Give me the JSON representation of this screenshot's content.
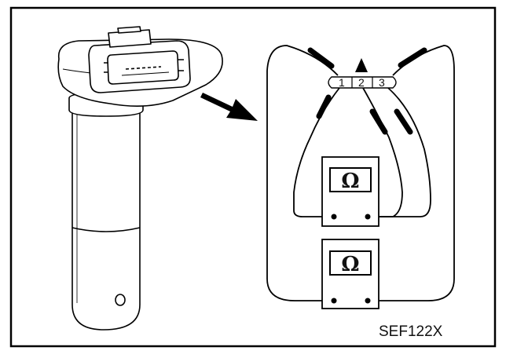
{
  "figure": {
    "code": "SEF122X",
    "pins": [
      "1",
      "2",
      "3"
    ],
    "meters": [
      {
        "symbol": "Ω"
      },
      {
        "symbol": "Ω"
      }
    ]
  }
}
